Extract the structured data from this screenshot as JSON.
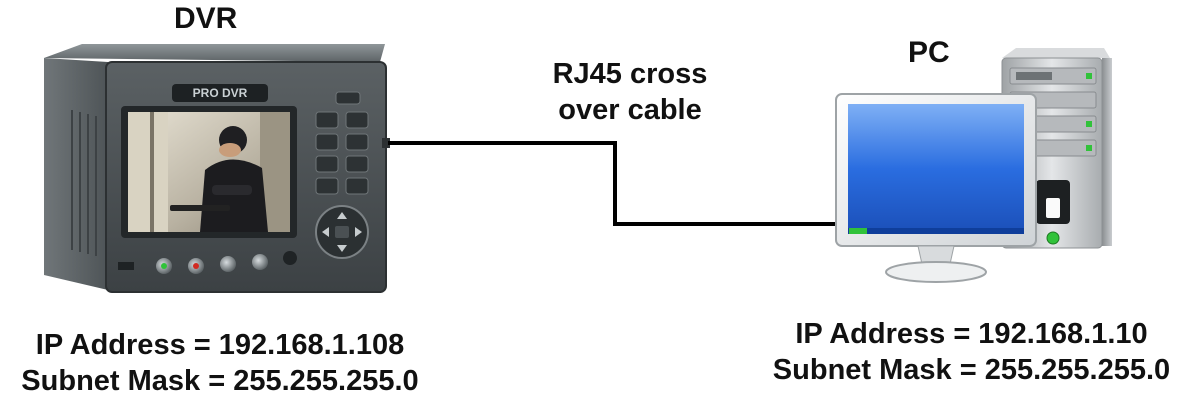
{
  "dvr": {
    "title": "DVR",
    "ip_line": "IP Address = 192.168.1.108",
    "mask_line": "Subnet Mask = 255.255.255.0",
    "logo_text": "PRO DVR"
  },
  "pc": {
    "title": "PC",
    "ip_line": "IP Address = 192.168.1.10",
    "mask_line": "Subnet Mask = 255.255.255.0"
  },
  "cable": {
    "label_line1": "RJ45 cross",
    "label_line2": "over cable"
  },
  "colors": {
    "dvr_body": "#4a4f52",
    "dvr_panel": "#3a3f42",
    "screen_bg": "#c9c3b4",
    "monitor_blue": "#1f63d8",
    "tower_silver": "#c8cacc",
    "led_green": "#31c23a",
    "led_red": "#d12a22",
    "cable": "#000000"
  }
}
